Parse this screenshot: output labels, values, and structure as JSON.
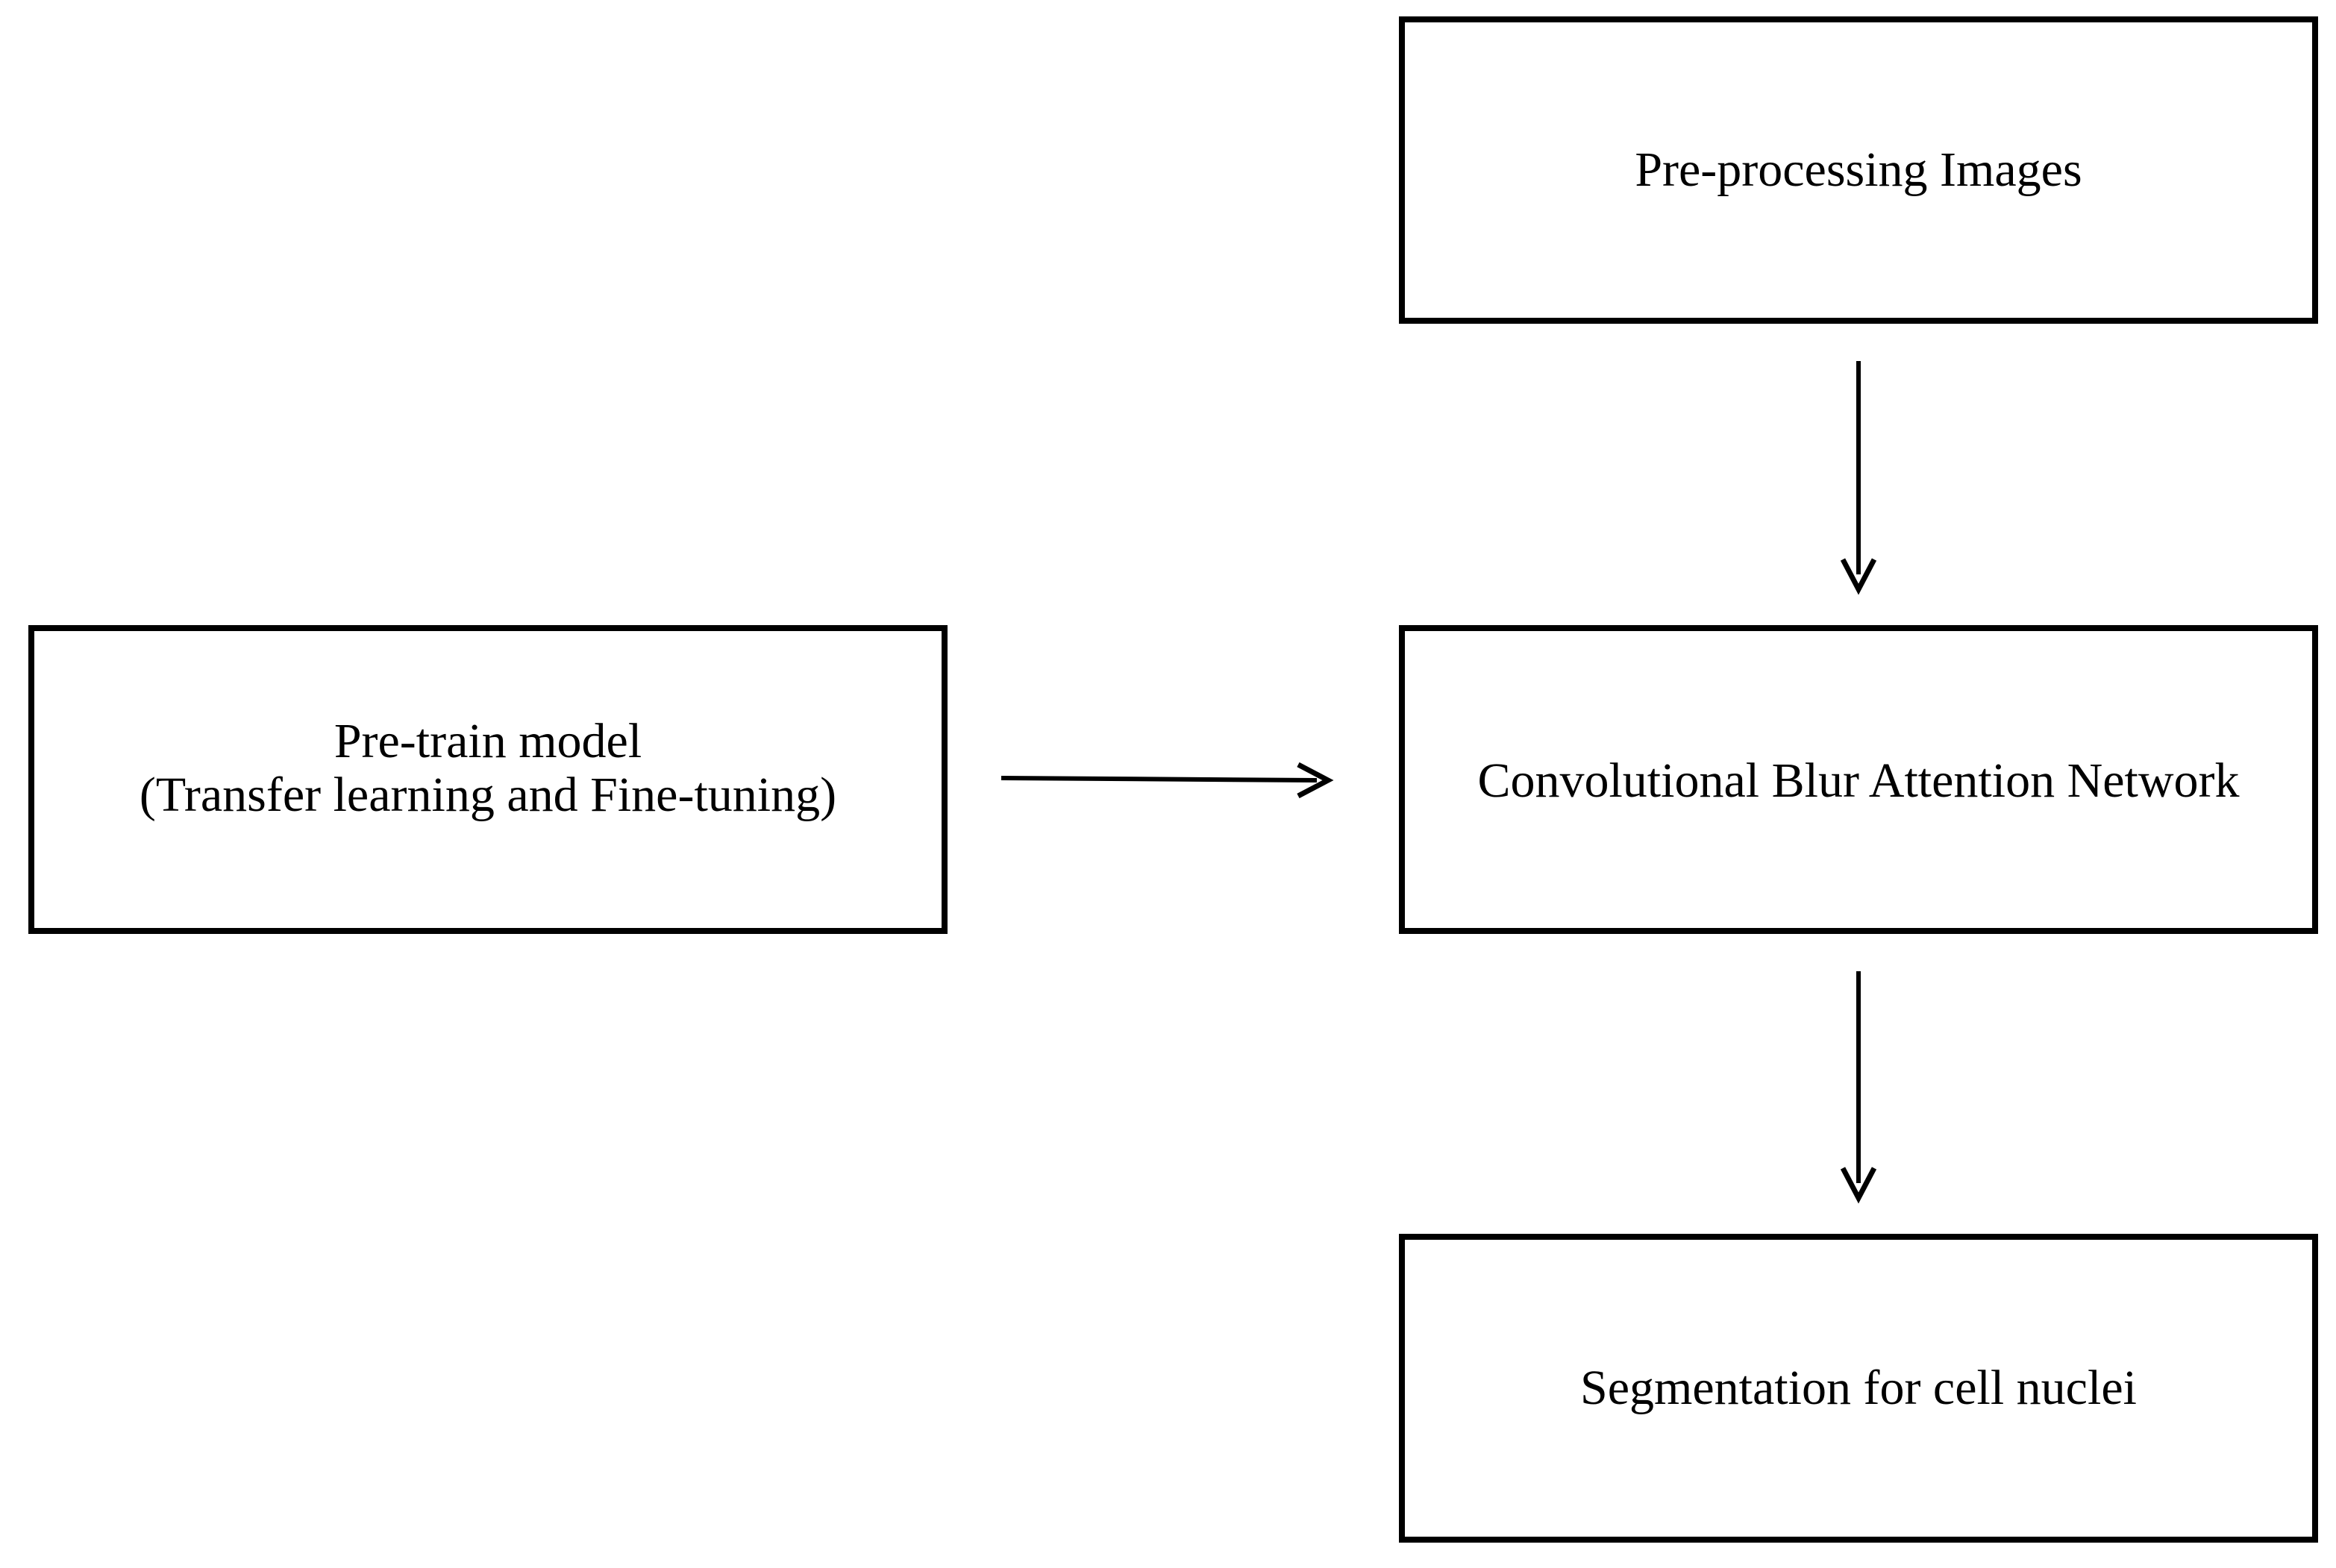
{
  "nodes": {
    "preprocess": {
      "label": "Pre-processing Images"
    },
    "pretrain": {
      "line1": "Pre-train model",
      "line2": "(Transfer learning and Fine-tuning)"
    },
    "cban": {
      "label": "Convolutional Blur Attention Network"
    },
    "segmentation": {
      "label": "Segmentation for cell nuclei"
    }
  },
  "edges": [
    {
      "from": "preprocess",
      "to": "cban"
    },
    {
      "from": "pretrain",
      "to": "cban"
    },
    {
      "from": "cban",
      "to": "segmentation"
    }
  ]
}
